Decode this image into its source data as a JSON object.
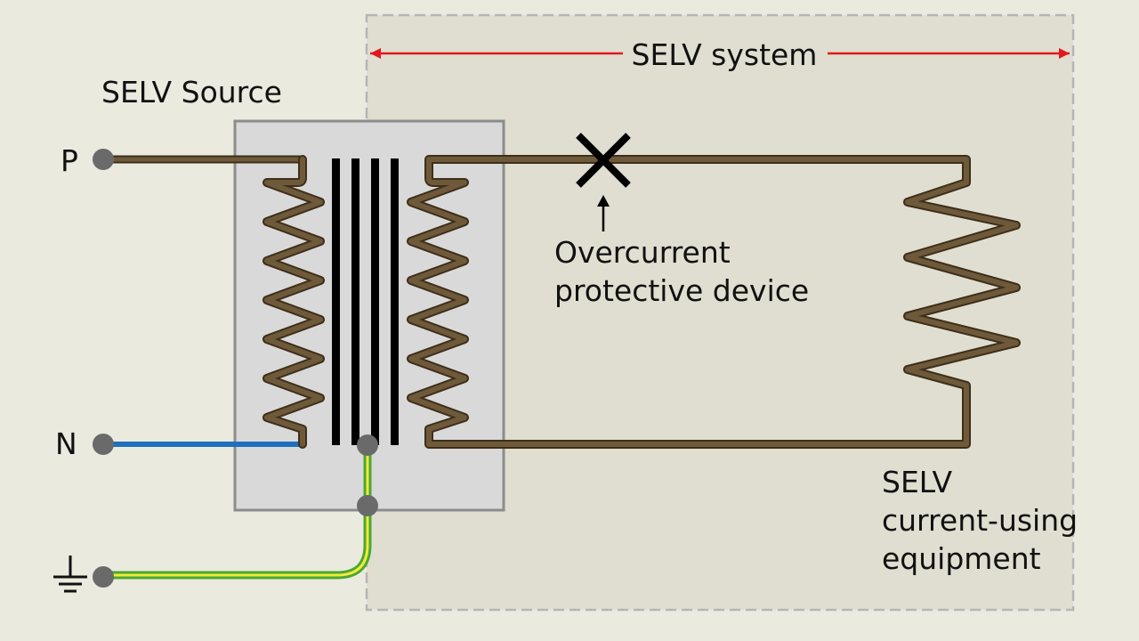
{
  "title": {
    "selv_system": "SELV system",
    "selv_source": "SELV Source"
  },
  "terminals": {
    "phase": "P",
    "neutral": "N"
  },
  "overcurrent_device": {
    "line1": "Overcurrent",
    "line2": "protective device"
  },
  "equipment": {
    "line1": "SELV",
    "line2": "current-using",
    "line3": "equipment"
  },
  "colors": {
    "background": "#ebeadf",
    "system_area": "#e0ded0",
    "system_border": "#b5b5b5",
    "transformer_box": "#d9d9d9",
    "transformer_border": "#8c8c8c",
    "winding": "#6e5a3a",
    "winding_outline": "#3e2f1a",
    "neutral_wire": "#1f6fbe",
    "earth_green": "#4aa832",
    "earth_yellow": "#f2e93a",
    "terminal": "#6a6a6a",
    "arrow": "#e0191e",
    "core": "#000000"
  },
  "icons": {
    "earth": "earth-ground-icon",
    "breaker": "cross-mark-icon"
  }
}
